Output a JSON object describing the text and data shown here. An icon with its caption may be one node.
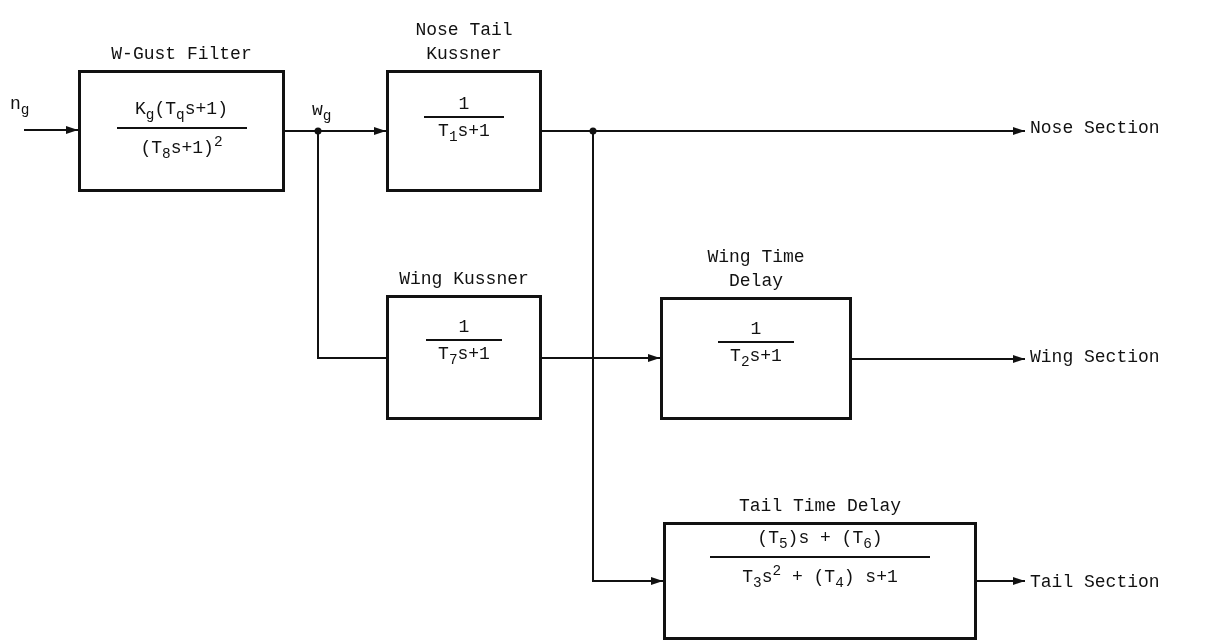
{
  "diagram": {
    "nodes": [
      {
        "text": [
          "n$_{g}$"
        ]
      },
      {
        "text": [
          "W-Gust Filter",
          "K$_{g}$(T$_{q}$s+1)",
          "(T$_{8}$s+1)$^{2}$"
        ]
      },
      {
        "text": [
          "Nose Tail Kussner",
          "1",
          "T$_{1}$s+1"
        ]
      },
      {
        "text": [
          "Wing Kussner",
          "1",
          "T$_{7}$s+1"
        ]
      },
      {
        "text": [
          "Wing Time Delay",
          "1",
          "T$_{2}$s+1"
        ]
      },
      {
        "text": [
          "Tail Time Delay",
          "(T$_{5}$)s + (T$_{6}$)",
          "T$_{3}$s$^{2}$ + (T$_{4}$) s+1"
        ]
      },
      {
        "text": [
          "Nose Section"
        ]
      },
      {
        "text": [
          "Wing Section"
        ]
      },
      {
        "text": [
          "Tail Section"
        ]
      }
    ],
    "edges": [
      {
        "from": 0,
        "to": 1,
        "arrow": "to"
      },
      {
        "from": 1,
        "to": 2,
        "arrow": "to"
      },
      {
        "from": 1,
        "to": 3,
        "arrow": "none"
      },
      {
        "from": 2,
        "to": 6,
        "arrow": "to"
      },
      {
        "from": 2,
        "to": 5,
        "arrow": "to"
      },
      {
        "from": 3,
        "to": 4,
        "arrow": "to"
      },
      {
        "from": 4,
        "to": 7,
        "arrow": "to"
      },
      {
        "from": 5,
        "to": 8,
        "arrow": "to"
      }
    ],
    "labels": [
      "w$_{g}$"
    ]
  }
}
